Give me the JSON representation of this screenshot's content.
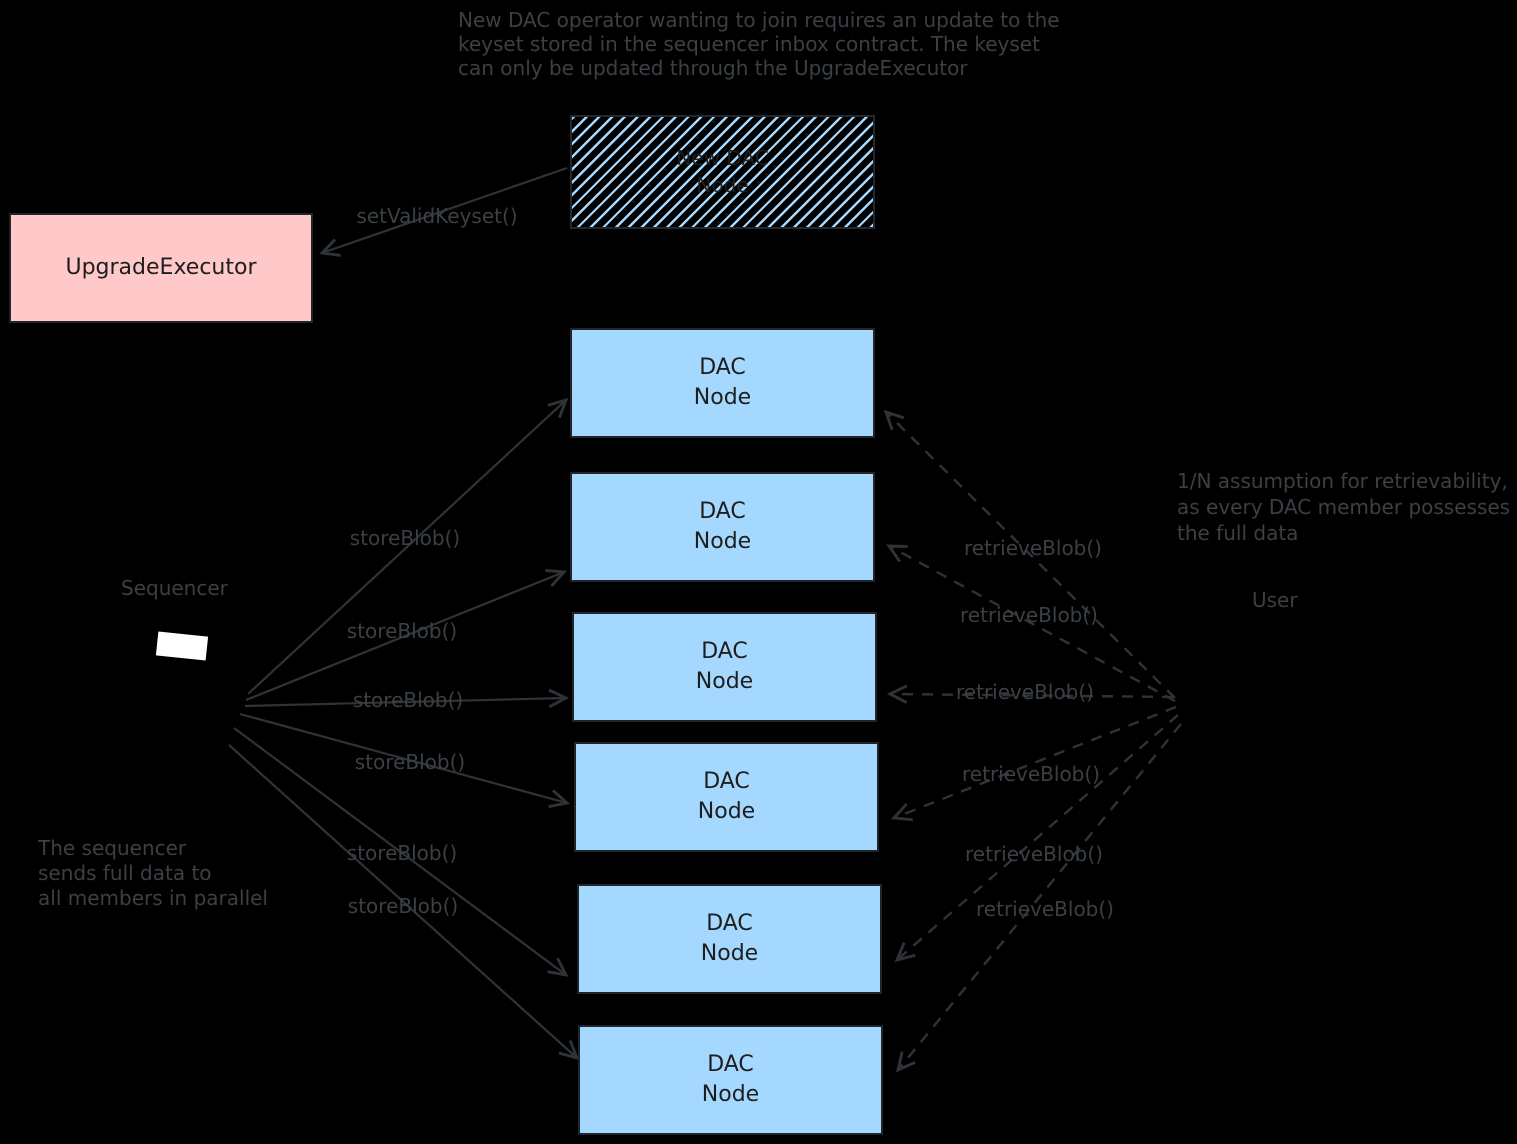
{
  "colors": {
    "background": "#000000",
    "node_fill": "#a5d8ff",
    "executor_fill": "#ffc9c9",
    "hatch": "#a5d8ff",
    "box_text": "#1e1e1e",
    "gray_text": "#3b4045",
    "arrow": "#2f3338"
  },
  "annotation_top": {
    "line1": "New DAC operator wanting to join requires an update to the",
    "line2": "keyset stored in the sequencer inbox contract. The keyset",
    "line3": "can only be updated through the UpgradeExecutor"
  },
  "new_dac_node": {
    "line1": "New DAC",
    "line2": "Node"
  },
  "upgrade_executor": {
    "label": "UpgradeExecutor"
  },
  "dac_node": {
    "line1": "DAC",
    "line2": "Node"
  },
  "sequencer": {
    "label": "Sequencer"
  },
  "user": {
    "label": "User"
  },
  "arrow_labels": {
    "set_valid_keyset": "setValidKeyset()",
    "store_blob": "storeBlob()",
    "retrieve_blob": "retrieveBlob()"
  },
  "note_sequencer": {
    "line1": "The sequencer",
    "line2": "sends full data to",
    "line3": "all members in parallel"
  },
  "note_retrievability": {
    "line1": "1/N assumption for retrievability,",
    "line2": "as every DAC member possesses",
    "line3": "the full data"
  }
}
